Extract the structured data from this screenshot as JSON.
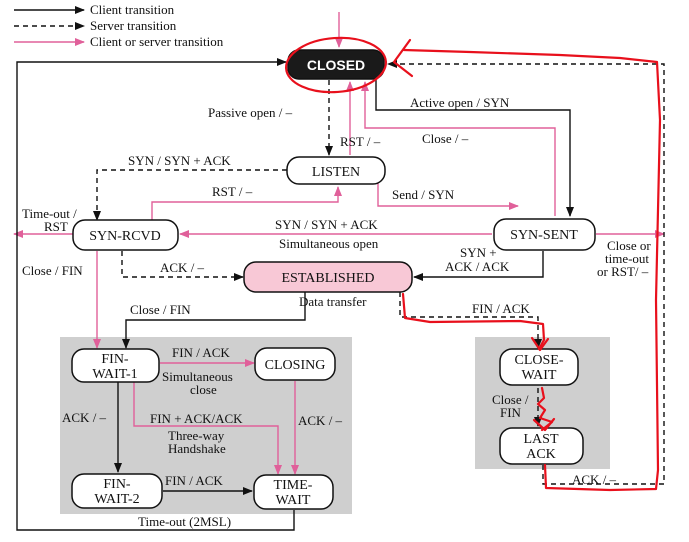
{
  "legend": {
    "client": "Client transition",
    "server": "Server transition",
    "both": "Client or server transition"
  },
  "states": {
    "closed": "CLOSED",
    "listen": "LISTEN",
    "syn_rcvd": "SYN-RCVD",
    "syn_sent": "SYN-SENT",
    "established": "ESTABLISHED",
    "fin_wait_1": [
      "FIN-",
      "WAIT-1"
    ],
    "fin_wait_2": [
      "FIN-",
      "WAIT-2"
    ],
    "closing": "CLOSING",
    "time_wait": [
      "TIME-",
      "WAIT"
    ],
    "close_wait": [
      "CLOSE-",
      "WAIT"
    ],
    "last_ack": [
      "LAST",
      "ACK"
    ]
  },
  "labels": {
    "passive_open": "Passive open / –",
    "active_open": "Active open / SYN",
    "rst_listen": "RST / –",
    "close_listen": "Close / –",
    "syn_synack_top": "SYN / SYN + ACK",
    "rst_rcvd": "RST / –",
    "send_syn": "Send / SYN",
    "timeout_rst": [
      "Time-out /",
      "RST"
    ],
    "syn_synack_mid": "SYN / SYN + ACK",
    "simultaneous_open": "Simultaneous open",
    "close_or_timeout": [
      "Close or",
      "time-out",
      "or RST/ –"
    ],
    "close_fin_left": "Close / FIN",
    "ack_rcvd": "ACK / –",
    "syn_plus_ack": [
      "SYN +",
      "ACK / ACK"
    ],
    "data_transfer": "Data transfer",
    "close_fin_est": "Close / FIN",
    "fin_ack_est": "FIN / ACK",
    "fin_ack_closing": "FIN / ACK",
    "simultaneous_close": [
      "Simultaneous",
      "close"
    ],
    "ack_fw1": "ACK / –",
    "ack_closing": "ACK / –",
    "fin_ack_ack": "FIN + ACK/ACK",
    "three_way": [
      "Three-way",
      "Handshake"
    ],
    "fin_ack_fw2": "FIN / ACK",
    "close_fin_cw": [
      "Close /",
      "FIN"
    ],
    "ack_last": "ACK / –",
    "timeout_2msl": "Time-out (2MSL)"
  },
  "colors": {
    "pink": "#e0609a",
    "black": "#111111",
    "annotation_red": "#e8101c",
    "panel": "#cfcfcf",
    "established_fill": "#f8c8d6"
  }
}
